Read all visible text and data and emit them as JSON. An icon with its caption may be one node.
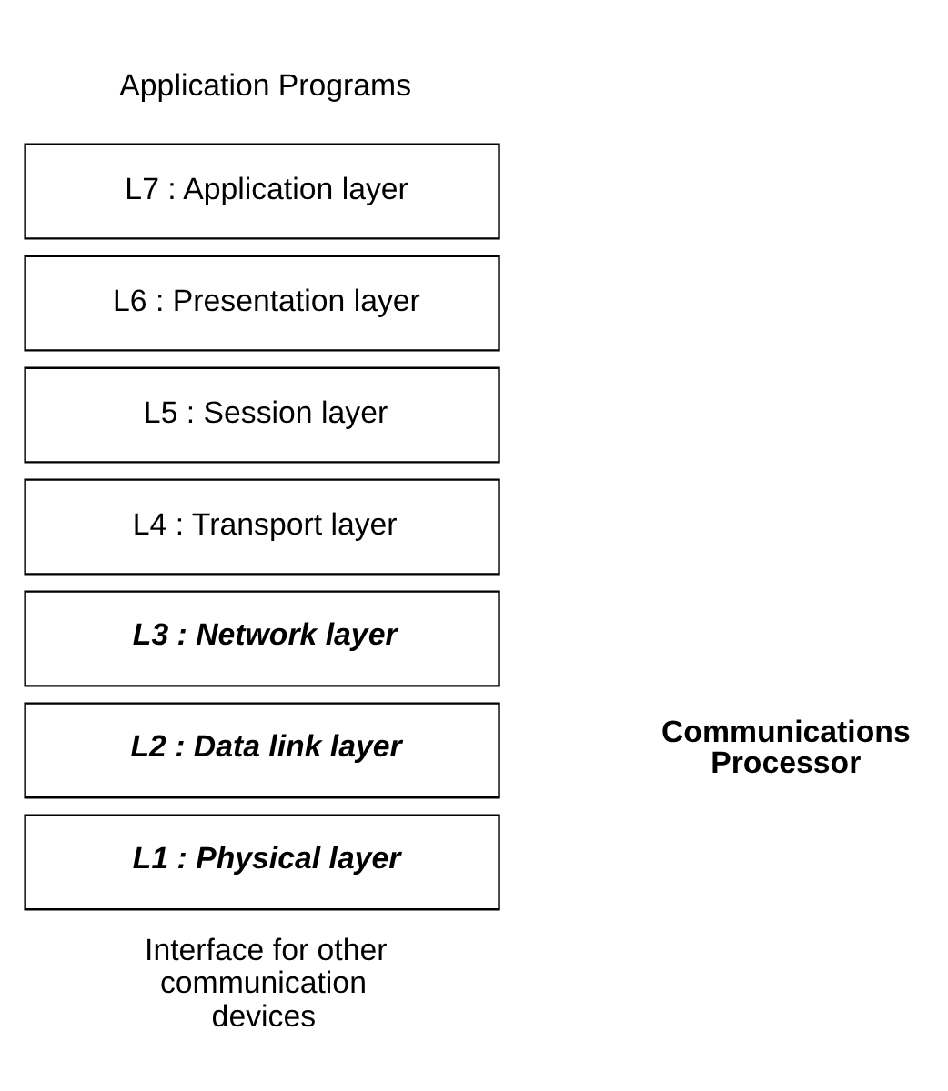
{
  "diagram": {
    "nodes": [
      {
        "text": [
          "L7 : Application layer"
        ]
      },
      {
        "text": [
          "L6 : Presentation layer"
        ]
      },
      {
        "text": [
          "L5 : Session layer"
        ]
      },
      {
        "text": [
          "L4 : Transport layer"
        ]
      },
      {
        "text": [
          "L3 : Network layer"
        ]
      },
      {
        "text": [
          "L2 : Data link layer"
        ]
      },
      {
        "text": [
          "L1 : Physical layer"
        ]
      }
    ],
    "labels": [
      "Application Programs",
      "Communications Processor",
      "Interface for other communication devices"
    ]
  }
}
